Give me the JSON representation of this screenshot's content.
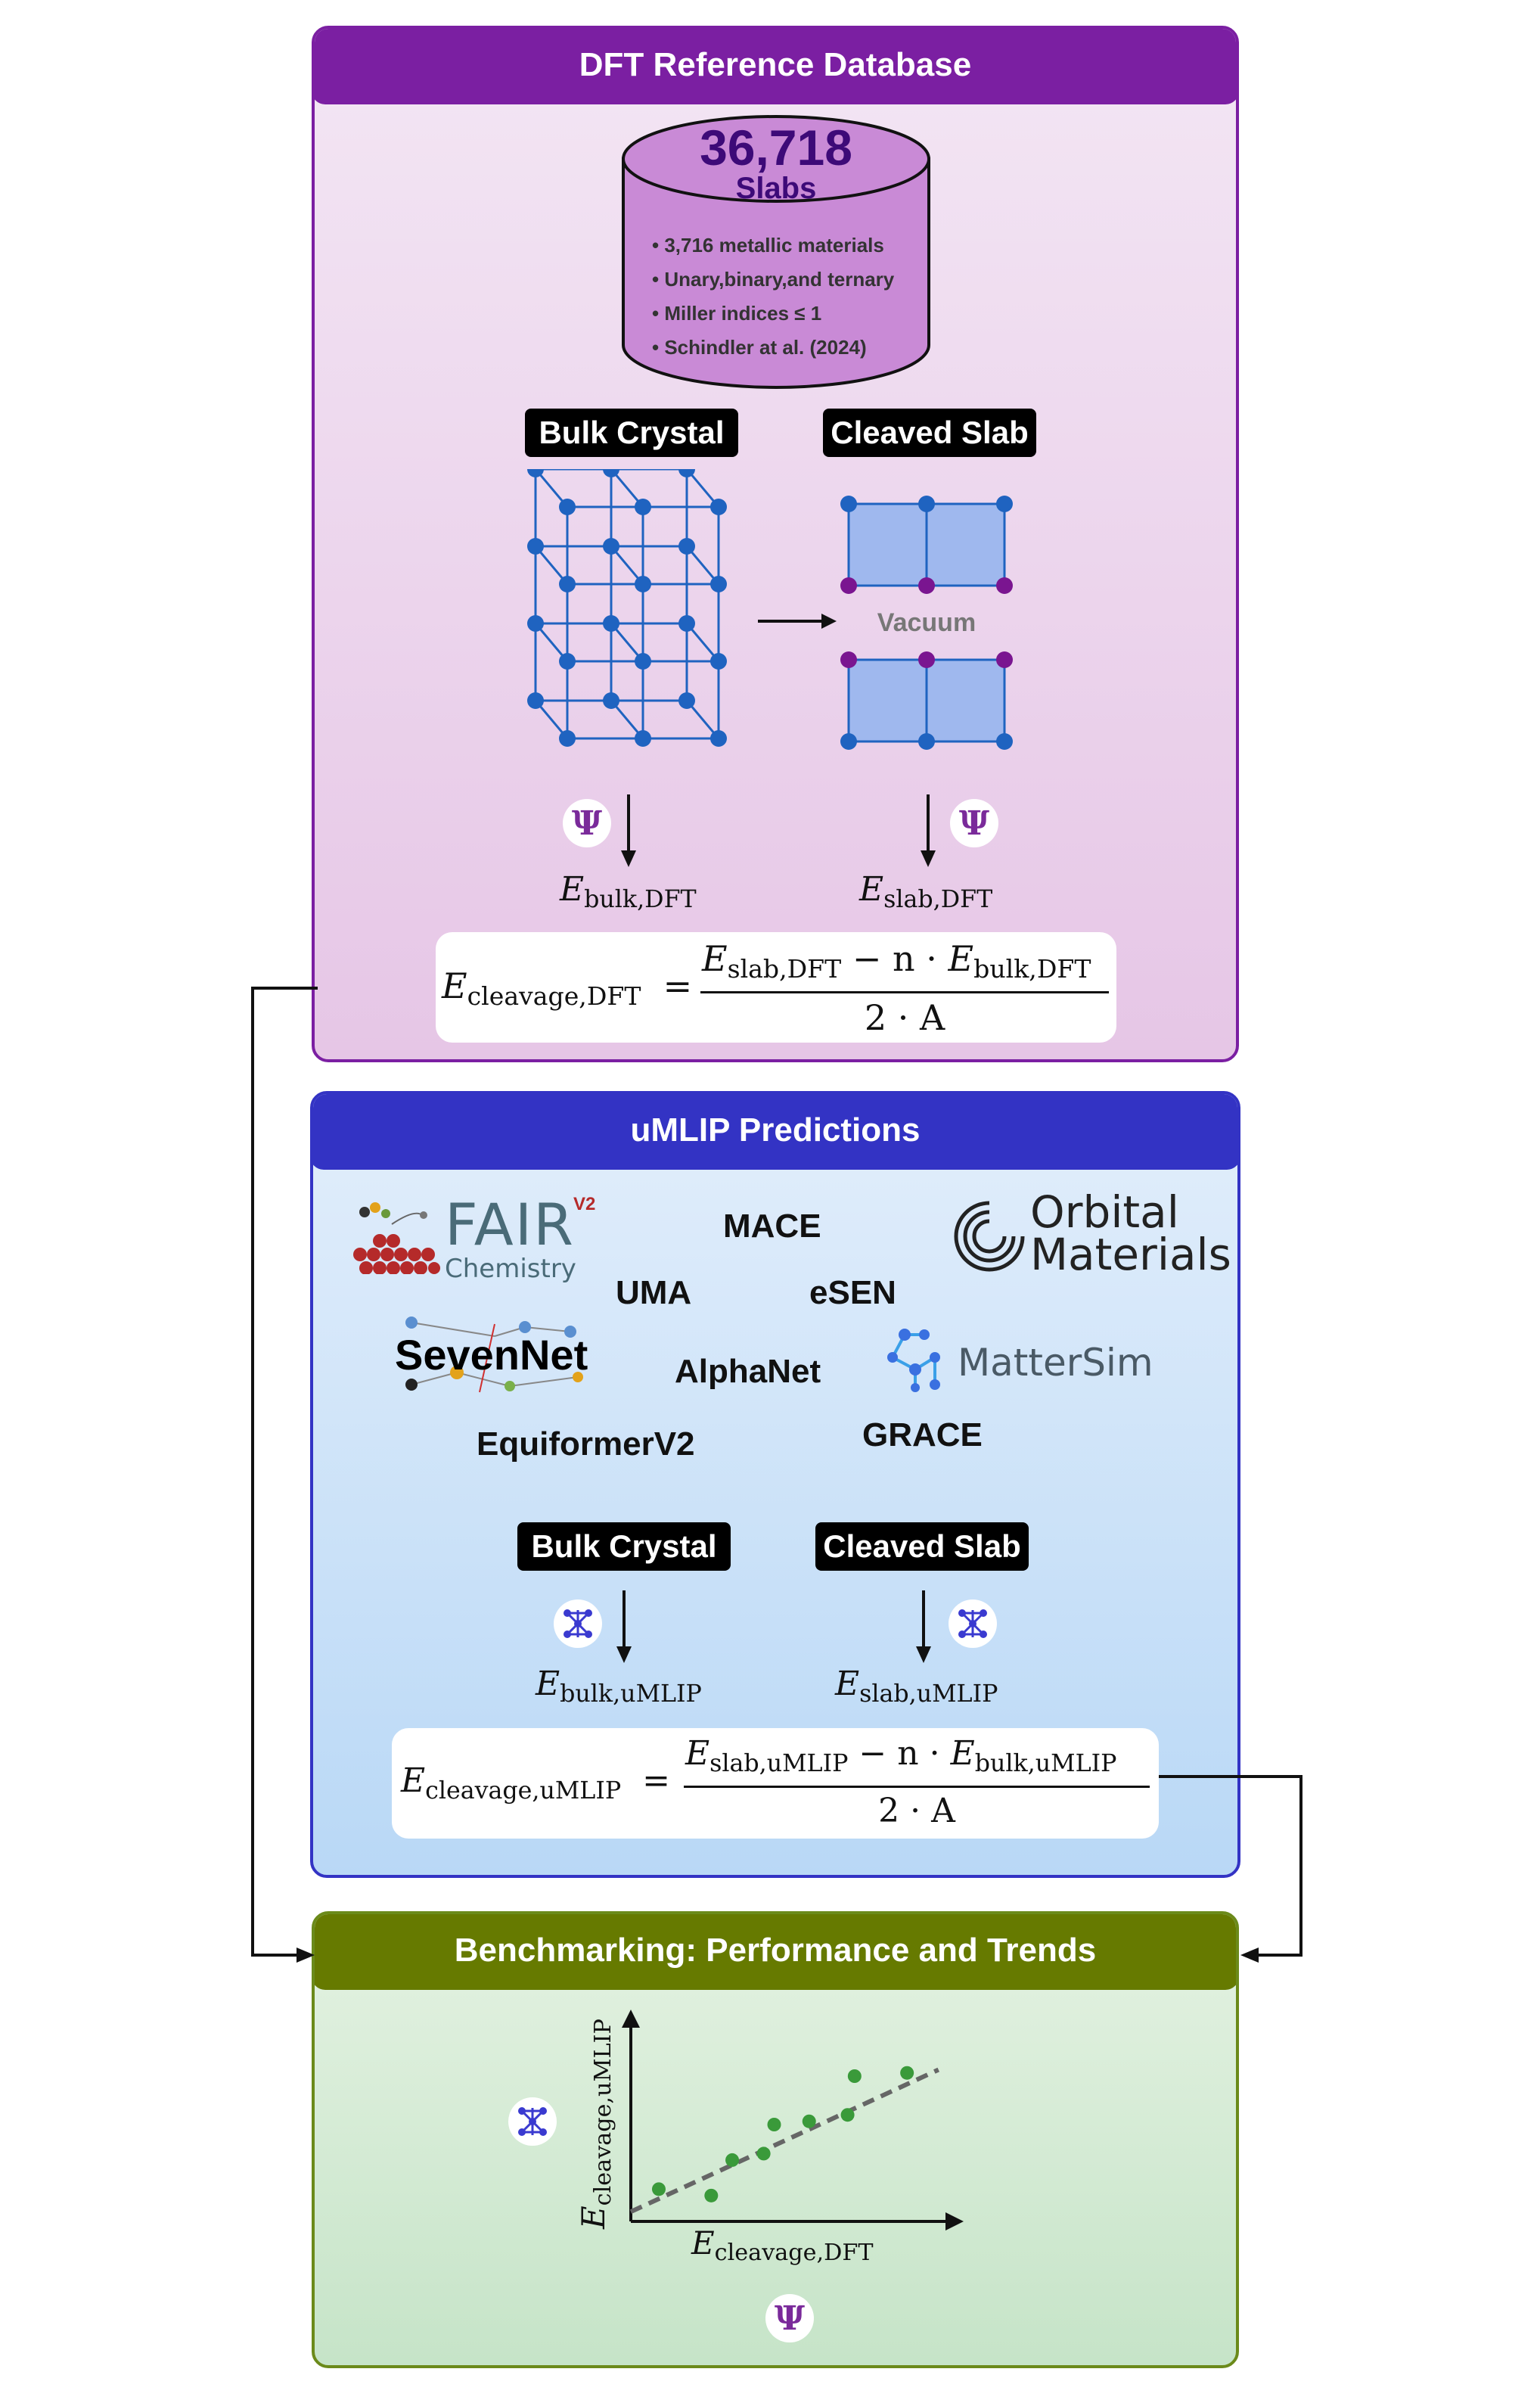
{
  "panels": {
    "dft": {
      "title": "DFT Reference Database",
      "header_color": "#7b1fa2",
      "border_color": "#7b1fa2"
    },
    "umlip": {
      "title": "uMLIP Predictions",
      "header_color": "#3333c4",
      "border_color": "#3333c4"
    },
    "bench": {
      "title": "Benchmarking: Performance and Trends",
      "header_color": "#667a00",
      "border_color": "#6b8a1a"
    }
  },
  "database": {
    "count": "36,718",
    "unit": "Slabs",
    "bullets": [
      "• 3,716 metallic materials",
      "• Unary,binary,and ternary",
      "• Miller indices ≤ 1",
      "• Schindler at al. (2024)"
    ]
  },
  "dft_section": {
    "bulk_label": "Bulk Crystal",
    "slab_label": "Cleaved Slab",
    "vacuum_label": "Vacuum",
    "e_bulk": {
      "sym": "E",
      "sub": "bulk,DFT"
    },
    "e_slab": {
      "sym": "E",
      "sub": "slab,DFT"
    },
    "equation": {
      "lhs_sub": "cleavage,DFT",
      "num_a_sub": "slab,DFT",
      "num_mid": " − n · ",
      "num_b_sub": "bulk,DFT",
      "den": "2 · A"
    }
  },
  "models": {
    "fair": {
      "main": "FAIR",
      "sup": "V2",
      "sub": "Chemistry"
    },
    "mace": "MACE",
    "orbital": {
      "line1": "Orbital",
      "line2": "Materials"
    },
    "uma": "UMA",
    "esen": "eSEN",
    "sevennet": "SevenNet",
    "alphanet": "AlphaNet",
    "mattersim": "MatterSim",
    "equiformer": "EquiformerV2",
    "grace": "GRACE"
  },
  "umlip_section": {
    "bulk_label": "Bulk Crystal",
    "slab_label": "Cleaved Slab",
    "e_bulk": {
      "sym": "E",
      "sub": "bulk,uMLIP"
    },
    "e_slab": {
      "sym": "E",
      "sub": "slab,uMLIP"
    },
    "equation": {
      "lhs_sub": "cleavage,uMLIP",
      "num_a_sub": "slab,uMLIP",
      "num_mid": " − n · ",
      "num_b_sub": "bulk,uMLIP",
      "den": "2 · A"
    }
  },
  "bench_section": {
    "x_label_sub": "cleavage,DFT",
    "y_label_sub": "cleavage,uMLIP",
    "psi_symbol": "Ψ"
  },
  "colors": {
    "dft_bg": "#f0dff0",
    "umlip_bg": "#cfe3f8",
    "bench_bg": "#d4ecd4",
    "atom_blue": "#1f63c0",
    "atom_purple": "#7a1590",
    "slab_fill": "#9fb8ee",
    "point_green": "#3a9a3a"
  },
  "chart_data": {
    "type": "scatter",
    "title": "",
    "xlabel": "E_cleavage,DFT",
    "ylabel": "E_cleavage,uMLIP",
    "x": [
      0.8,
      2.3,
      2.9,
      3.8,
      4.1,
      5.1,
      6.2,
      6.4,
      7.9
    ],
    "y": [
      1.0,
      0.8,
      1.9,
      2.1,
      3.0,
      3.1,
      3.3,
      4.5,
      4.6
    ],
    "xlim": [
      0,
      9
    ],
    "ylim": [
      0,
      6
    ],
    "trendline": {
      "style": "dashed",
      "slope": 0.5,
      "intercept": 0.3
    },
    "grid": false
  }
}
